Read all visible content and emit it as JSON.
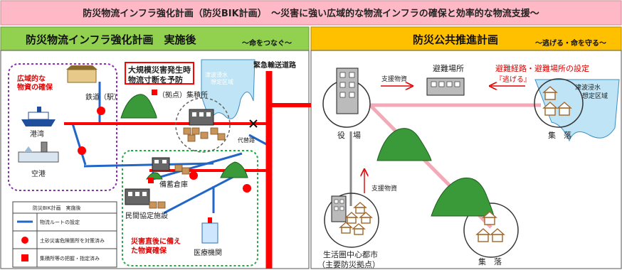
{
  "banner": {
    "title": "防災物流インフラ強化計画（防災BIK計画）　～災害に強い広域的な物流インフラの確保と効率的な物流支援～",
    "bg": "#ffb9c6"
  },
  "left_panel": {
    "title": "防災物流インフラ強化計画　実施後",
    "tagline": "～命をつなぐ～",
    "header_bg": "#92d050",
    "alert_title_line1": "大規模災害発生時",
    "alert_title_line2": "物流寸断を予防",
    "emergency_route": "緊急輸送道路",
    "tsunami_area_line1": "津波浸水",
    "tsunami_area_line2": "想定区域",
    "hub_label": "（拠点）集積所",
    "detour_label": "代替路",
    "wide_area_line1": "広域的な",
    "wide_area_line2": "物資の確保",
    "railway": "鉄道（駅）",
    "port": "港湾",
    "airport": "空港",
    "warehouse": "備蓄倉庫",
    "private_facility": "民間協定施設",
    "medical": "医療機関",
    "post_disaster_line1": "災害直後に備え",
    "post_disaster_line2": "た物資確保"
  },
  "legend": {
    "title": "防災BIK計画　実施後",
    "items": [
      {
        "symbol": "line",
        "label": "物流ルートの設定"
      },
      {
        "symbol": "circle",
        "label": "土砂災害危険箇所を対策済み"
      },
      {
        "symbol": "square",
        "label": "集積所等の把握・指定済み"
      }
    ]
  },
  "right_panel": {
    "title": "防災公共推進計画",
    "tagline": "～逃げる・命を守る～",
    "header_bg": "#ffc000",
    "evacuation_site": "避難場所",
    "supply_top": "支援物資",
    "supply_mid": "支援物資",
    "evac_route_title": "避難経路・避難場所の設定",
    "evac_route_sub": "『逃げる』",
    "town_office": "役　場",
    "village_top": "集　落",
    "village_bottom": "集　落",
    "tsunami_line1": "津波浸水",
    "tsunami_line2": "想定区域",
    "hub_city_line1": "生活圏中心都市",
    "hub_city_line2": "（主要防災拠点）"
  },
  "colors": {
    "road": "#ff0000",
    "route": "#2266c8",
    "evac_path": "#f4a9b8",
    "mountain": "#3a9a3a",
    "house": "#a0662a",
    "water": "#bfe4f5"
  }
}
